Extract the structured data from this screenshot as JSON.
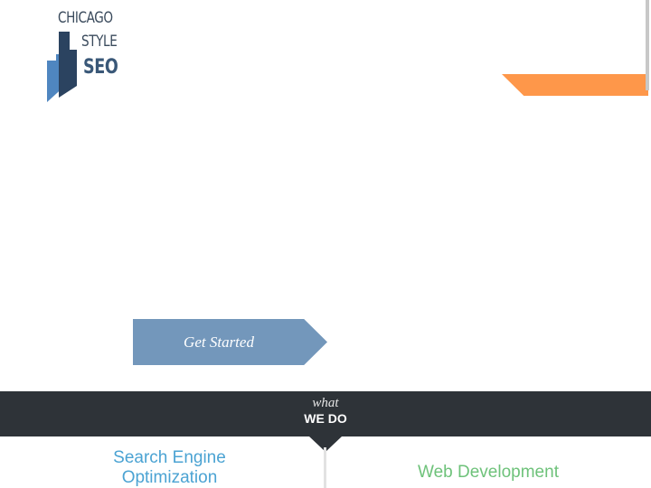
{
  "logo": {
    "line1": "CHICAGO",
    "line2": "STYLE",
    "line3": "SEO"
  },
  "hero": {
    "cta_label": "Get Started"
  },
  "section": {
    "kicker": "what",
    "title": "WE DO"
  },
  "services": [
    {
      "label": "Search Engine Optimization",
      "color": "#4ba3d3"
    },
    {
      "label": "Web Development",
      "color": "#6ec27a"
    }
  ],
  "colors": {
    "accent": "#fe974a",
    "cta": "#7397bb",
    "band": "#2e3338"
  }
}
